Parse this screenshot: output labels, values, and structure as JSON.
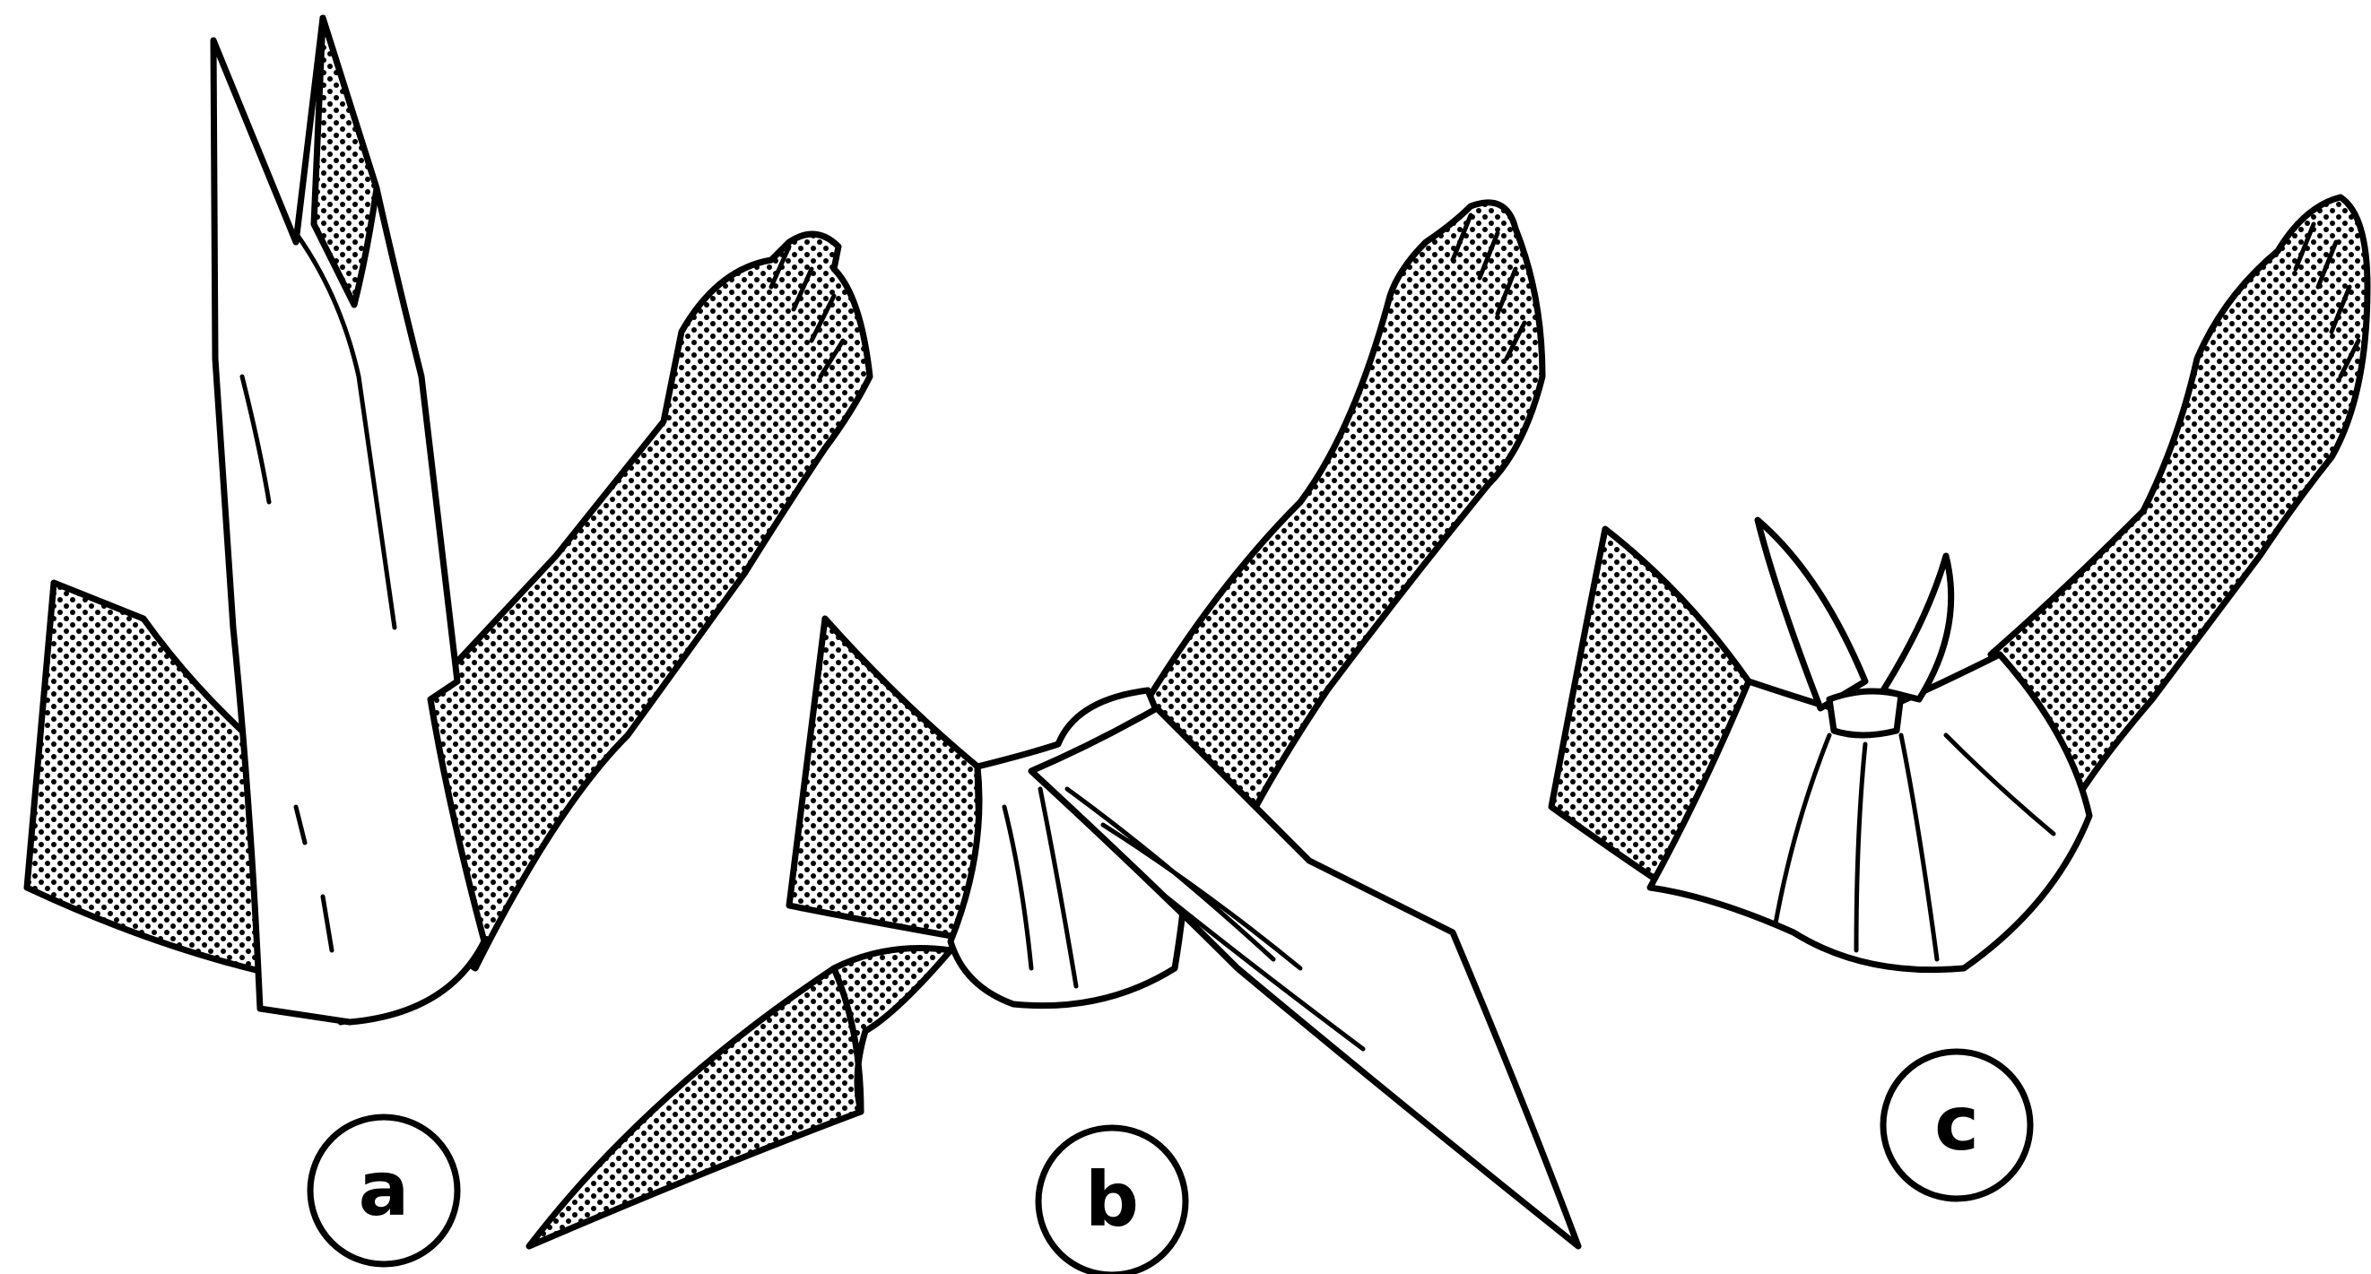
{
  "colors": {
    "ink": "#000000",
    "paper": "#ffffff"
  },
  "figures": [
    {
      "label": "a"
    },
    {
      "label": "b"
    },
    {
      "label": "c"
    }
  ]
}
